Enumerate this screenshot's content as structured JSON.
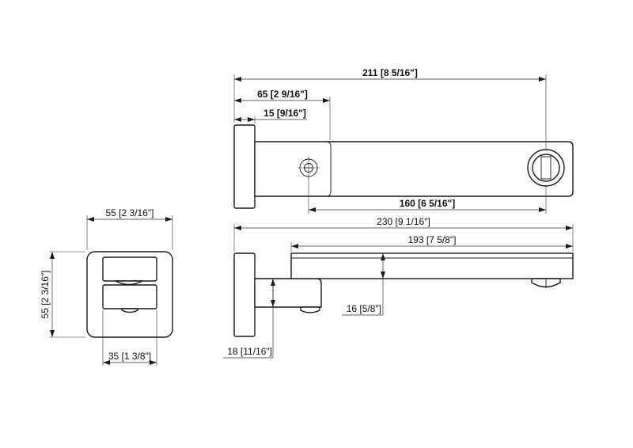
{
  "top_view": {
    "overall_length": "211 [8 5/16\"]",
    "screw_position": "65 [2 9/16\"]",
    "plate_thickness": "15 [9/16\"]",
    "screw_to_outlet": "160 [6 5/16\"]"
  },
  "side_view": {
    "overall_length": "230 [9 1/16\"]",
    "spout_length": "193 [7 5/8\"]",
    "spout_height": "16 [5/8\"]",
    "arm_height": "18 [11/16\"]"
  },
  "front_view": {
    "plate_width": "55 [2 3/16\"]",
    "plate_height": "55 [2 3/16\"]",
    "arm_width": "35 [1 3/8\"]"
  }
}
